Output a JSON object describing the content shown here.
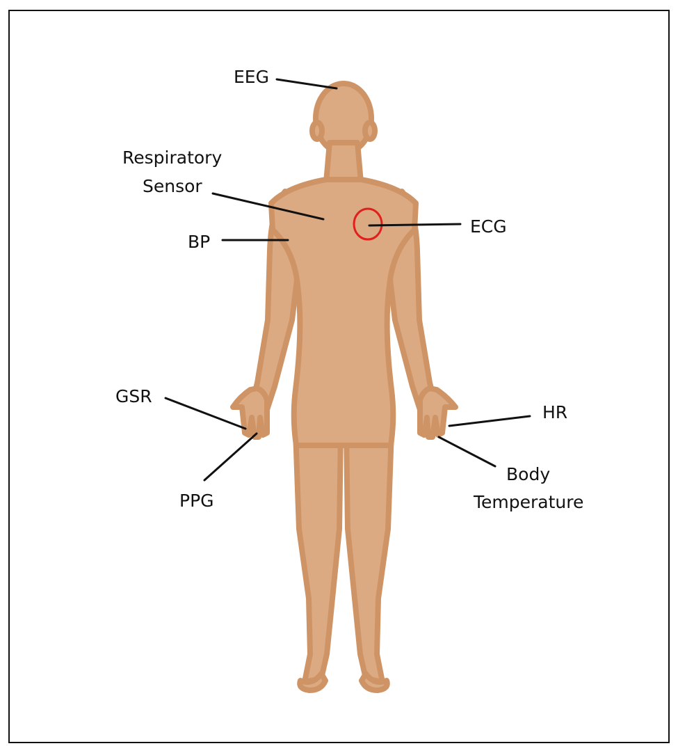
{
  "labels": {
    "eeg": "EEG",
    "respiratory_line1": "Respiratory",
    "respiratory_line2": "Sensor",
    "ecg": "ECG",
    "bp": "BP",
    "gsr": "GSR",
    "ppg": "PPG",
    "hr": "HR",
    "body_temp_line1": "Body",
    "body_temp_line2": "Temperature"
  },
  "colors": {
    "skin": "#dcaa82",
    "skin_outline": "#cf9466",
    "leader_line": "#111111",
    "ecg_marker": "#e0201c"
  }
}
